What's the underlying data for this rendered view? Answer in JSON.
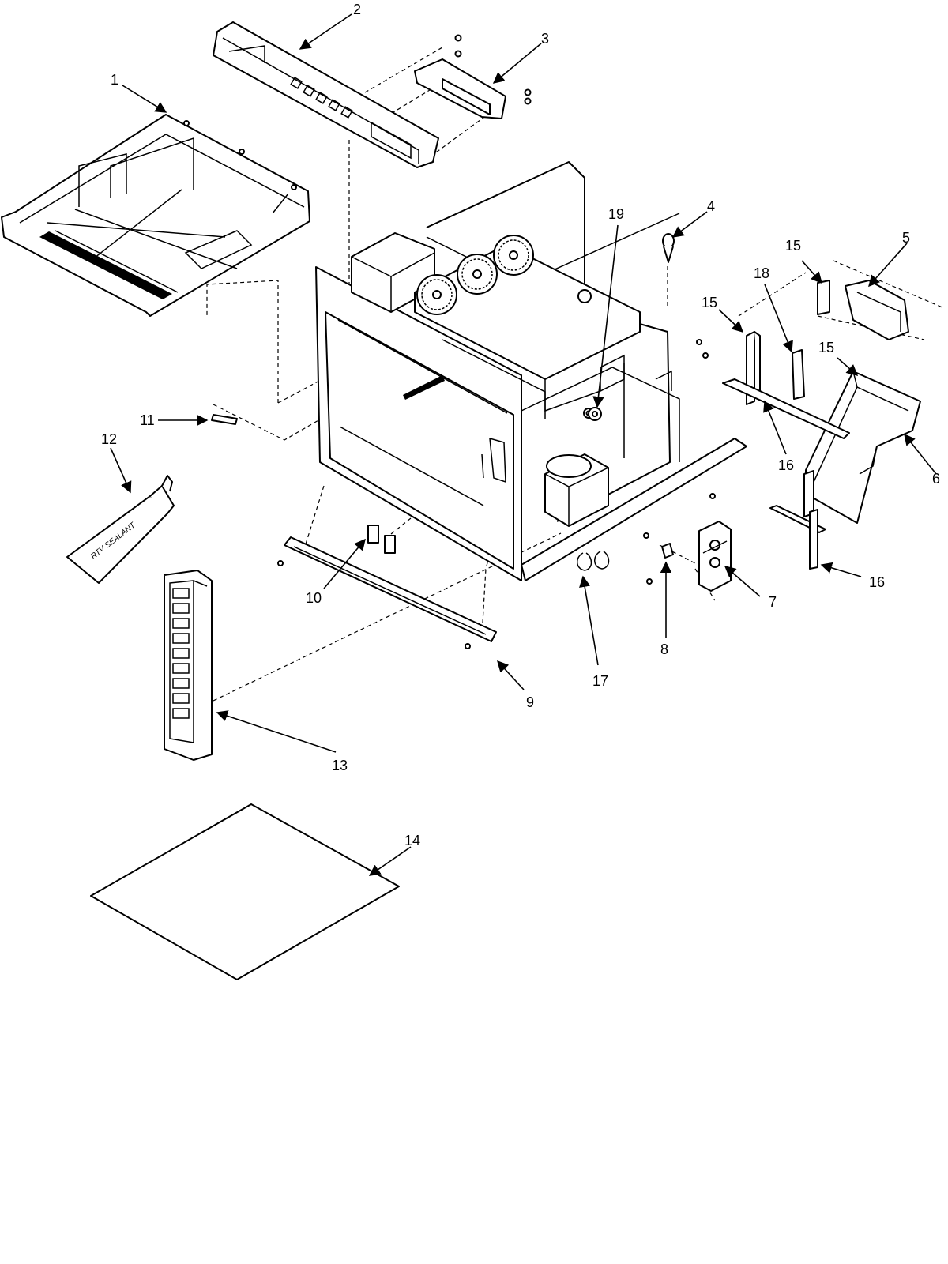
{
  "diagram": {
    "tube_label": "RTV SEALANT",
    "callouts": [
      {
        "id": "c1",
        "label": "1"
      },
      {
        "id": "c2",
        "label": "2"
      },
      {
        "id": "c3",
        "label": "3"
      },
      {
        "id": "c4",
        "label": "4"
      },
      {
        "id": "c5",
        "label": "5"
      },
      {
        "id": "c6",
        "label": "6"
      },
      {
        "id": "c7",
        "label": "7"
      },
      {
        "id": "c8",
        "label": "8"
      },
      {
        "id": "c9",
        "label": "9"
      },
      {
        "id": "c10",
        "label": "10"
      },
      {
        "id": "c11",
        "label": "11"
      },
      {
        "id": "c12",
        "label": "12"
      },
      {
        "id": "c13",
        "label": "13"
      },
      {
        "id": "c14",
        "label": "14"
      },
      {
        "id": "c15a",
        "label": "15"
      },
      {
        "id": "c15b",
        "label": "15"
      },
      {
        "id": "c15c",
        "label": "15"
      },
      {
        "id": "c16a",
        "label": "16"
      },
      {
        "id": "c16b",
        "label": "16"
      },
      {
        "id": "c17",
        "label": "17"
      },
      {
        "id": "c18",
        "label": "18"
      },
      {
        "id": "c19",
        "label": "19"
      }
    ]
  }
}
